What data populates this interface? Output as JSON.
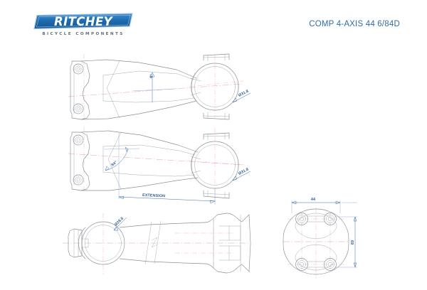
{
  "document": {
    "title": "COMP 4-AXIS 44 6/84D",
    "background_color": "#ffffff"
  },
  "brand": {
    "logo_wordmark": "RITCHEY",
    "logo_tagline": "BICYCLE COMPONENTS",
    "logo_color": "#1f6bb0",
    "logo_text_color": "#ffffff",
    "tagline_color": "#5e6d77"
  },
  "colors": {
    "title_blue": "#2f6ea5",
    "dimension_blue": "#2f5e96",
    "outline_gray": "#8a8f95",
    "centerline_red": "#e8a0a6"
  },
  "views": {
    "top": {
      "name": "side-view-6-degree",
      "labels": {
        "angle": "6°",
        "bar_clamp_diameter": "Ø31.8"
      }
    },
    "middle": {
      "name": "side-view-84-degree",
      "labels": {
        "angle": "84°",
        "bar_clamp_diameter": "Ø31.8",
        "extension": "EXTENSION"
      }
    },
    "bottom": {
      "name": "top-view-plan",
      "labels": {
        "steerer_diameter": "Ø28.6"
      }
    },
    "faceplate": {
      "name": "faceplate-front-view",
      "labels": {
        "width": "44",
        "height": "69"
      }
    }
  }
}
